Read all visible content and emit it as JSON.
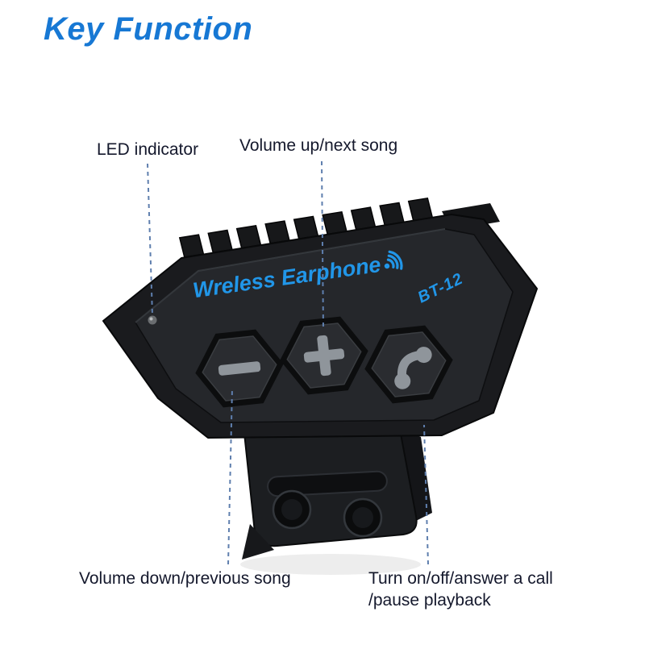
{
  "title": "Key Function",
  "labels": {
    "led": "LED indicator",
    "volume_up": "Volume up/next song",
    "volume_down": "Volume down/previous song",
    "power_line1": "Turn on/off/answer a call",
    "power_line2": "/pause playback"
  },
  "device": {
    "brand": "Wreless Earphone",
    "model": "BT-12",
    "icons": {
      "brand_signal": "signal-waves-icon",
      "volume_down_button": "minus-icon",
      "volume_up_button": "plus-icon",
      "call_button": "phone-handset-icon",
      "led": "led-dot"
    }
  },
  "colors": {
    "title_blue": "#1778d4",
    "brand_blue": "#2196e8",
    "label_text": "#14182c",
    "leader_line": "#5f7fae",
    "device_body": "#1a1b1e",
    "device_face": "#25272b",
    "button_glyph": "#8f959b"
  }
}
